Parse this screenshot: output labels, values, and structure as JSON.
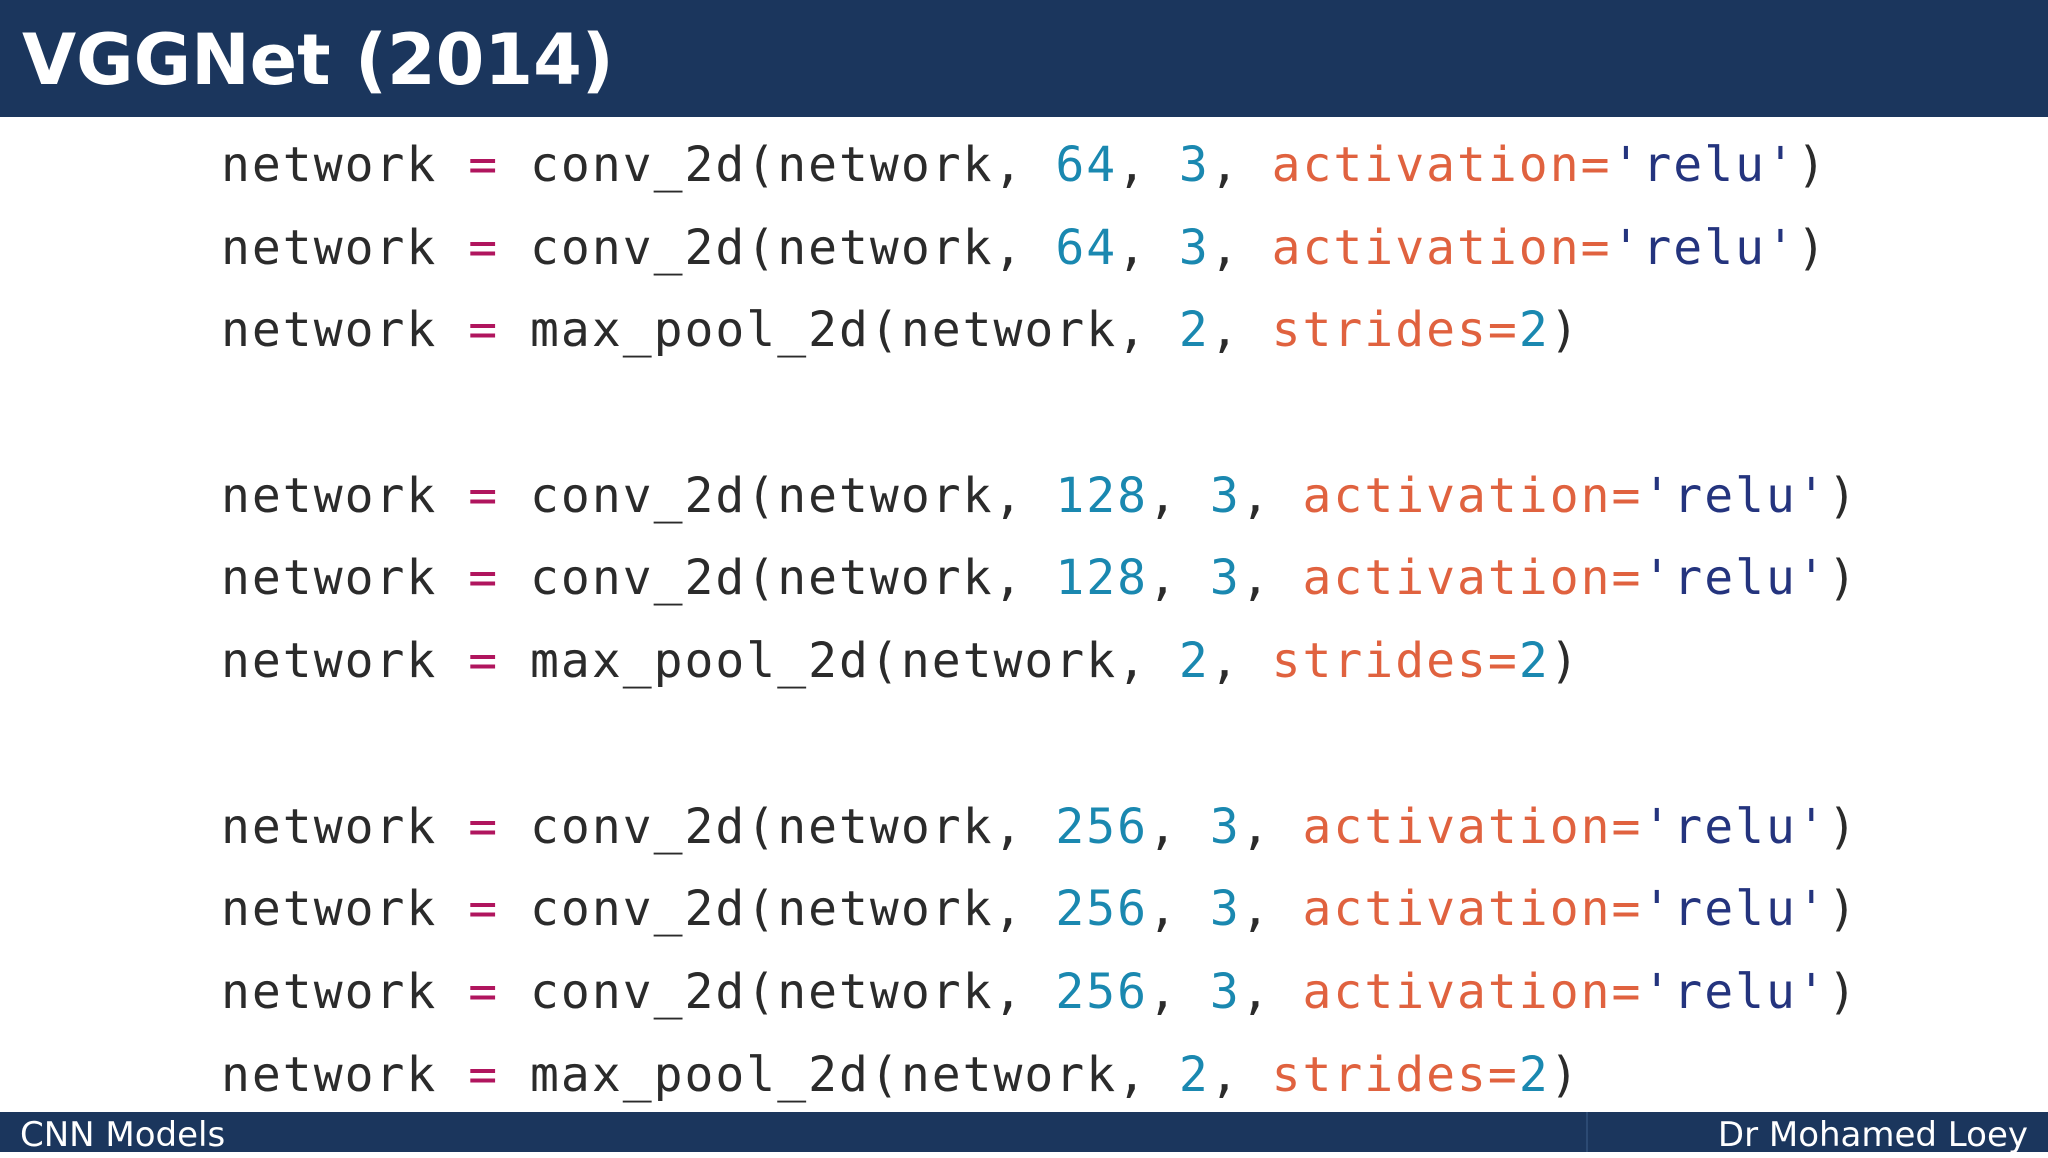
{
  "header": {
    "title": "VGGNet (2014)"
  },
  "code_blocks": [
    {
      "lines": [
        {
          "var": "network",
          "op": "=",
          "func": "conv_2d",
          "arg": "network",
          "n1": "64",
          "n2": "3",
          "kw": "activation",
          "val": "'relu'"
        },
        {
          "var": "network",
          "op": "=",
          "func": "conv_2d",
          "arg": "network",
          "n1": "64",
          "n2": "3",
          "kw": "activation",
          "val": "'relu'"
        },
        {
          "var": "network",
          "op": "=",
          "func": "max_pool_2d",
          "arg": "network",
          "n1": "2",
          "kw": "strides",
          "val": "2"
        }
      ]
    },
    {
      "lines": [
        {
          "var": "network",
          "op": "=",
          "func": "conv_2d",
          "arg": "network",
          "n1": "128",
          "n2": "3",
          "kw": "activation",
          "val": "'relu'"
        },
        {
          "var": "network",
          "op": "=",
          "func": "conv_2d",
          "arg": "network",
          "n1": "128",
          "n2": "3",
          "kw": "activation",
          "val": "'relu'"
        },
        {
          "var": "network",
          "op": "=",
          "func": "max_pool_2d",
          "arg": "network",
          "n1": "2",
          "kw": "strides",
          "val": "2"
        }
      ]
    },
    {
      "lines": [
        {
          "var": "network",
          "op": "=",
          "func": "conv_2d",
          "arg": "network",
          "n1": "256",
          "n2": "3",
          "kw": "activation",
          "val": "'relu'"
        },
        {
          "var": "network",
          "op": "=",
          "func": "conv_2d",
          "arg": "network",
          "n1": "256",
          "n2": "3",
          "kw": "activation",
          "val": "'relu'"
        },
        {
          "var": "network",
          "op": "=",
          "func": "conv_2d",
          "arg": "network",
          "n1": "256",
          "n2": "3",
          "kw": "activation",
          "val": "'relu'"
        },
        {
          "var": "network",
          "op": "=",
          "func": "max_pool_2d",
          "arg": "network",
          "n1": "2",
          "kw": "strides",
          "val": "2"
        }
      ]
    }
  ],
  "footer": {
    "left": "CNN Models",
    "right": "Dr Mohamed Loey"
  },
  "colors": {
    "bar": "#1b365d",
    "identifier": "#2b2b2b",
    "operator": "#b0155e",
    "number": "#1a88b0",
    "keyword": "#e0623f",
    "string": "#24347e"
  }
}
